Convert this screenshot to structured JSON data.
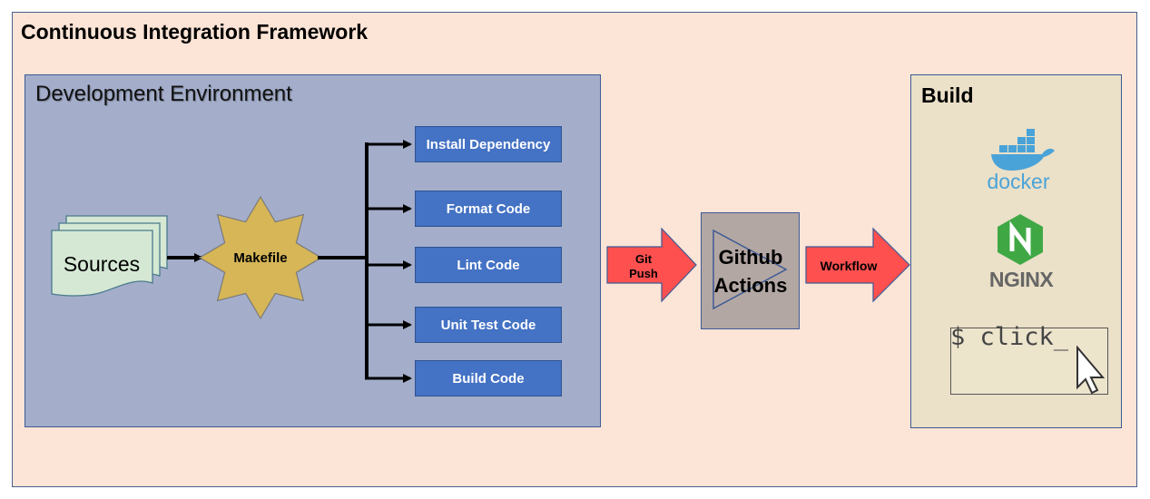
{
  "title": "Continuous Integration Framework",
  "dev_environment": {
    "title": "Development Environment",
    "sources_label": "Sources",
    "makefile_label": "Makefile",
    "steps": [
      "Install Dependency",
      "Format Code",
      "Lint Code",
      "Unit Test Code",
      "Build Code"
    ]
  },
  "git_push": {
    "line1": "Git",
    "line2": "Push"
  },
  "github_actions": {
    "line1": "Github",
    "line2": "Actions"
  },
  "workflow_label": "Workflow",
  "build": {
    "title": "Build",
    "tools": [
      {
        "name": "docker",
        "icon": "docker-whale-icon",
        "color": "#4aa3d8"
      },
      {
        "name": "NGINX",
        "icon": "nginx-hexagon-icon",
        "color": "#3fa845"
      },
      {
        "name": "$ click_",
        "icon": "click-cursor-icon"
      }
    ]
  },
  "colors": {
    "outer_bg": "#fce4d6",
    "dev_bg": "#a4aecb",
    "step_blue": "#4472c4",
    "makefile_gold": "#d6b656",
    "sources_green": "#d5e8d4",
    "arrow_red": "#ff5050",
    "build_bg": "#ebe0c8",
    "actions_bg": "#b3a7a3"
  }
}
